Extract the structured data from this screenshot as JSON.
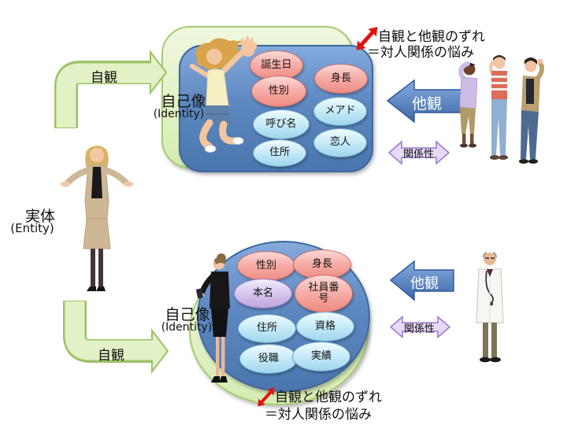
{
  "entity": {
    "label": "実体",
    "sublabel": "(Entity)"
  },
  "top": {
    "identity": {
      "label": "自己像",
      "sublabel": "(Identity)"
    },
    "self_view_label": "自観",
    "other_view_label": "他観",
    "relationship_label": "関係性",
    "gap_note": {
      "line1": "自観と他観のずれ",
      "line2": "＝対人関係の悩み"
    },
    "ovals": [
      {
        "label": "誕生日",
        "type": "pink"
      },
      {
        "label": "身長",
        "type": "pink"
      },
      {
        "label": "性別",
        "type": "pink"
      },
      {
        "label": "メアド",
        "type": "blue"
      },
      {
        "label": "呼び名",
        "type": "blue"
      },
      {
        "label": "恋人",
        "type": "blue"
      },
      {
        "label": "住所",
        "type": "blue"
      }
    ],
    "photos": {
      "self_image": "jumping-girl",
      "observers": "three-dancing-friends"
    }
  },
  "bottom": {
    "identity": {
      "label": "自己像",
      "sublabel": "(Identity)"
    },
    "self_view_label": "自観",
    "other_view_label": "他観",
    "relationship_label": "関係性",
    "gap_note": {
      "line1": "自観と他観のずれ",
      "line2": "＝対人関係の悩み"
    },
    "ovals": [
      {
        "label": "性別",
        "type": "pink"
      },
      {
        "label": "身長",
        "type": "pink"
      },
      {
        "label": "本名",
        "type": "purple"
      },
      {
        "label": "社員番号",
        "type": "pink"
      },
      {
        "label": "住所",
        "type": "blue"
      },
      {
        "label": "資格",
        "type": "blue"
      },
      {
        "label": "役職",
        "type": "blue"
      },
      {
        "label": "実績",
        "type": "blue"
      }
    ],
    "photos": {
      "self_image": "businesswoman-with-phone",
      "observers": "doctor"
    }
  },
  "photos": {
    "entity_person": "standing-woman-shrugging"
  },
  "colors": {
    "panel_green": "#e2f2c6",
    "panel_green_border": "#a6cb73",
    "panel_blue": "#5d88c0",
    "panel_blue_border": "#40689d",
    "oval_pink": "#f6afa9",
    "oval_pink_border": "#cd6d66",
    "oval_blue": "#c9ecf8",
    "oval_blue_border": "#6faacb",
    "oval_purple": "#d9c9ee",
    "oval_purple_border": "#9a7ac2",
    "arrow_self_view": "#e2f2c6",
    "arrow_other_view": "#4a77bd",
    "arrow_relationship": "#e7daf6",
    "arrow_mismatch": "#e0150e",
    "text": "#111111",
    "arrow_text_white": "#ffffff"
  }
}
